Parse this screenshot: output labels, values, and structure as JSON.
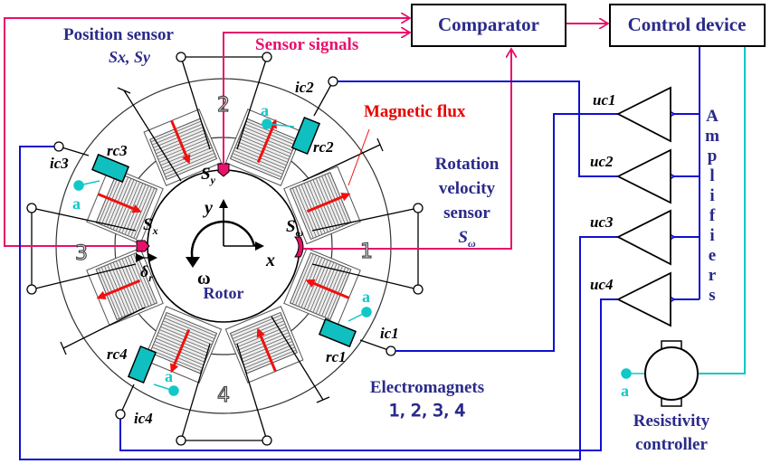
{
  "blocks": {
    "comparator": "Comparator",
    "control_device": "Control device",
    "amplifiers": "Amplifiers",
    "resistivity_controller": [
      "Resistivity",
      "controller"
    ]
  },
  "labels": {
    "position_sensor": "Position sensor",
    "position_sensor_symbols": "Sx, Sy",
    "sensor_signals": "Sensor signals",
    "magnetic_flux": "Magnetic flux",
    "rotation_velocity_sensor": [
      "Rotation",
      "velocity",
      "sensor"
    ],
    "rotation_velocity_symbol": "Sω",
    "rotor": "Rotor",
    "electromagnets": "Electromagnets",
    "electromagnet_numbers": "1, 2, 3, 4",
    "sx": "Sx",
    "sy": "Sy",
    "x_axis": "x",
    "y_axis": "y",
    "omega": "ω",
    "delta_r": "δr",
    "terminal_a": "a"
  },
  "electromagnets": [
    {
      "id": "1",
      "current": "ic1",
      "resistor": "rc1",
      "voltage": "uc1"
    },
    {
      "id": "2",
      "current": "ic2",
      "resistor": "rc2",
      "voltage": "uc2"
    },
    {
      "id": "3",
      "current": "ic3",
      "resistor": "rc3",
      "voltage": "uc3"
    },
    {
      "id": "4",
      "current": "ic4",
      "resistor": "rc4",
      "voltage": "uc4"
    }
  ],
  "colors": {
    "signal_lines": "#e8106a",
    "control_lines": "#1010d0",
    "resistivity_lines": "#10c8c8",
    "flux_arrows": "#f01010",
    "resistor_fill": "#10c0c0",
    "text": "#2a2a8a"
  }
}
